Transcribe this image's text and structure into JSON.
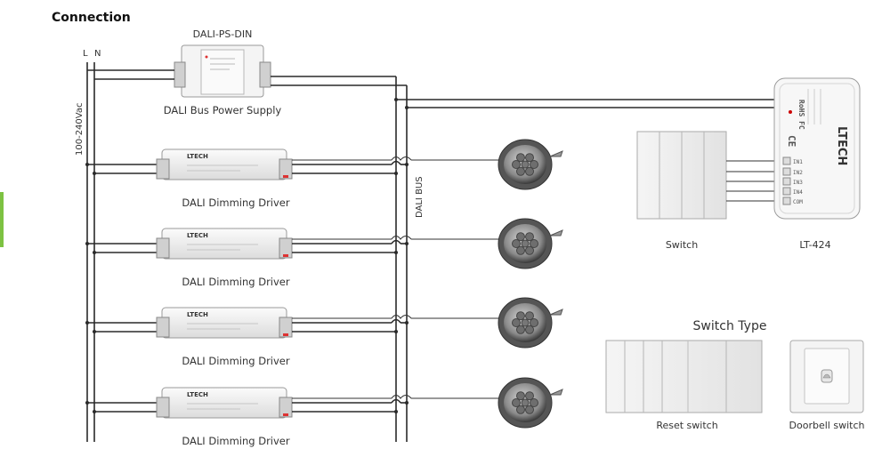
{
  "title": "Connection",
  "mains": {
    "l": "L",
    "n": "N",
    "voltage": "100-240Vac"
  },
  "power_supply": {
    "model": "DALI-PS-DIN",
    "caption": "DALI Bus Power Supply"
  },
  "bus_label": "DALI BUS",
  "drivers": [
    {
      "brand": "LTECH",
      "caption": "DALI Dimming Driver"
    },
    {
      "brand": "LTECH",
      "caption": "DALI Dimming Driver"
    },
    {
      "brand": "LTECH",
      "caption": "DALI Dimming Driver"
    },
    {
      "brand": "LTECH",
      "caption": "DALI Dimming Driver"
    }
  ],
  "panel": {
    "caption": "Switch"
  },
  "controller": {
    "brand": "LTECH",
    "caption": "LT-424",
    "cert": "RoHS FC",
    "ce": "CE",
    "terminals": [
      "IN1",
      "IN2",
      "IN3",
      "IN4",
      "COM"
    ]
  },
  "switch_type": {
    "heading": "Switch Type",
    "reset_caption": "Reset switch",
    "doorbell_caption": "Doorbell switch"
  },
  "colors": {
    "accent": "#7dc242",
    "wire": "#2a2a2a"
  }
}
